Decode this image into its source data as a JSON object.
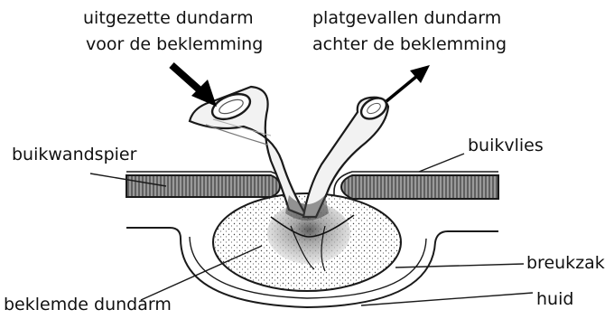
{
  "labels": {
    "inflow_line1": "uitgezette dundarm",
    "inflow_line2": "voor de beklemming",
    "outflow_line1": "platgevallen dundarm",
    "outflow_line2": "achter de beklemming",
    "muscle": "buikwandspier",
    "peritoneum": "buikvlies",
    "hernia_sac": "breukzak",
    "skin": "huid",
    "trapped_bowel": "beklemde dundarm"
  },
  "colors": {
    "ink": "#1a1a1a",
    "muscle_fill": "#8a8a8a",
    "loop_fill": "#d9d9d9",
    "background": "#ffffff"
  }
}
